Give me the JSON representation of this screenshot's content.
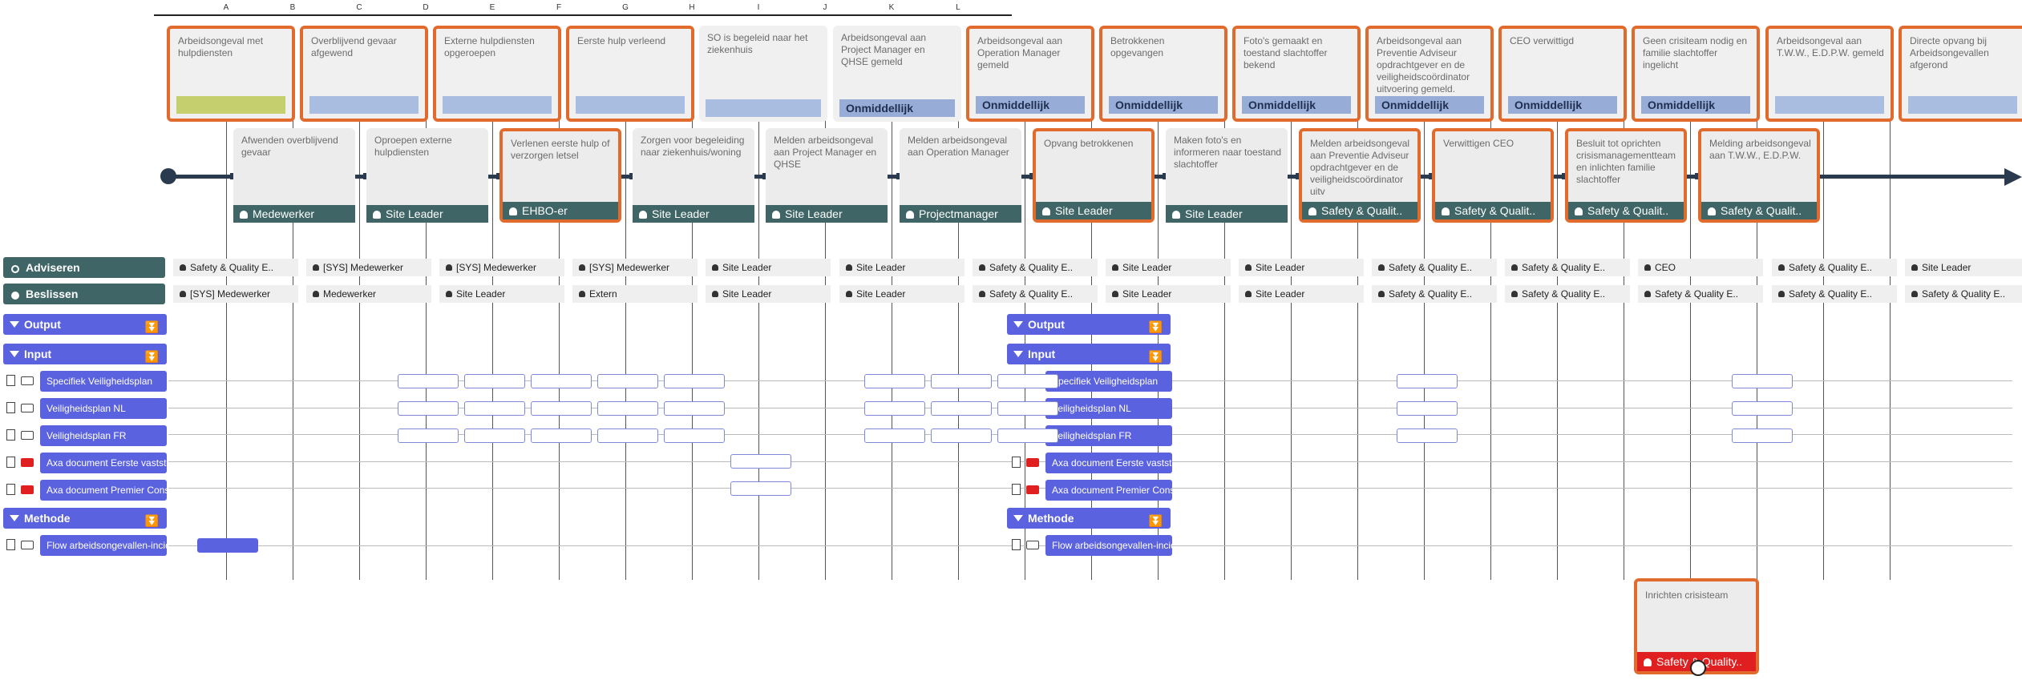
{
  "ruler_letters": [
    "A",
    "B",
    "C",
    "D",
    "E",
    "F",
    "G",
    "H",
    "I",
    "J",
    "K",
    "L"
  ],
  "events": [
    {
      "text": "Arbeidsongeval met hulpdiensten",
      "bar": "",
      "style": "green",
      "highlight": true
    },
    {
      "text": "Overblijvend gevaar afgewend",
      "bar": "",
      "style": "blue",
      "highlight": true
    },
    {
      "text": "Externe hulpdiensten opgeroepen",
      "bar": "",
      "style": "blue",
      "highlight": true
    },
    {
      "text": "Eerste hulp verleend",
      "bar": "",
      "style": "blue",
      "highlight": true
    },
    {
      "text": "SO is begeleid naar het ziekenhuis",
      "bar": "",
      "style": "blue",
      "highlight": false
    },
    {
      "text": "Arbeidsongeval aan Project Manager en QHSE gemeld",
      "bar": "Onmiddellijk",
      "style": "dark",
      "highlight": false
    },
    {
      "text": "Arbeidsongeval aan Operation Manager gemeld",
      "bar": "Onmiddellijk",
      "style": "dark",
      "highlight": true
    },
    {
      "text": "Betrokkenen opgevangen",
      "bar": "Onmiddellijk",
      "style": "dark",
      "highlight": true
    },
    {
      "text": "Foto's gemaakt en toestand slachtoffer bekend",
      "bar": "Onmiddellijk",
      "style": "dark",
      "highlight": true
    },
    {
      "text": "Arbeidsongeval aan Preventie Adviseur opdrachtgever en de veiligheidscoördinator uitvoering gemeld.",
      "bar": "Onmiddellijk",
      "style": "dark",
      "highlight": true
    },
    {
      "text": "CEO verwittigd",
      "bar": "Onmiddellijk",
      "style": "dark",
      "highlight": true
    },
    {
      "text": "Geen crisiteam nodig en familie slachtoffer ingelicht",
      "bar": "Onmiddellijk",
      "style": "dark",
      "highlight": true
    },
    {
      "text": "Arbeidsongeval aan T.W.W., E.D.P.W. gemeld",
      "bar": "",
      "style": "blue",
      "highlight": true
    },
    {
      "text": "Directe opvang bij Arbeidsongevallen afgerond",
      "bar": "",
      "style": "blue",
      "highlight": true
    }
  ],
  "steps": [
    {
      "text": "Afwenden overblijvend gevaar",
      "role": "Medewerker",
      "highlight": false
    },
    {
      "text": "Oproepen externe hulpdiensten",
      "role": "Site Leader",
      "highlight": false
    },
    {
      "text": "Verlenen eerste hulp of verzorgen letsel",
      "role": "EHBO-er",
      "highlight": true
    },
    {
      "text": "Zorgen voor begeleiding naar ziekenhuis/woning",
      "role": "Site Leader",
      "highlight": false
    },
    {
      "text": "Melden arbeidsongeval aan Project Manager en QHSE",
      "role": "Site Leader",
      "highlight": false
    },
    {
      "text": "Melden arbeidsongeval aan Operation Manager",
      "role": "Projectmanager",
      "highlight": false
    },
    {
      "text": "Opvang betrokkenen",
      "role": "Site Leader",
      "highlight": true
    },
    {
      "text": "Maken foto's en informeren naar toestand slachtoffer",
      "role": "Site Leader",
      "highlight": false
    },
    {
      "text": "Melden arbeidsongeval aan Preventie Adviseur opdrachtgever en de veiligheidscoördinator uitv",
      "role": "Safety & Qualit..",
      "highlight": true
    },
    {
      "text": "Verwittigen CEO",
      "role": "Safety & Qualit..",
      "highlight": true
    },
    {
      "text": "Besluit tot oprichten crisismanagementteam en inlichten familie slachtoffer",
      "role": "Safety & Qualit..",
      "highlight": true
    },
    {
      "text": "Melding arbeidsongeval aan T.W.W., E.D.P.W.",
      "role": "Safety & Qualit..",
      "highlight": true
    }
  ],
  "rows": {
    "adviseren_label": "Adviseren",
    "beslissen_label": "Beslissen",
    "adviseren": [
      "Safety & Quality E..",
      "[SYS] Medewerker",
      "[SYS] Medewerker",
      "[SYS] Medewerker",
      "Site Leader",
      "Site Leader",
      "Safety & Quality E..",
      "Site Leader",
      "Site Leader",
      "Safety & Quality E..",
      "Safety & Quality E..",
      "CEO",
      "Safety & Quality E..",
      "Site Leader"
    ],
    "beslissen": [
      "[SYS] Medewerker",
      "Medewerker",
      "Site Leader",
      "Extern",
      "Site Leader",
      "Site Leader",
      "Safety & Quality E..",
      "Site Leader",
      "Site Leader",
      "Safety & Quality E..",
      "Safety & Quality E..",
      "Safety & Quality E..",
      "Safety & Quality E..",
      "Safety & Quality E.."
    ]
  },
  "sections": {
    "output": "Output",
    "input": "Input",
    "methode": "Methode"
  },
  "input_docs": [
    "Specifiek Veiligheidsplan",
    "Veiligheidsplan NL",
    "Veiligheidsplan FR",
    "Axa document Eerste vaststel..",
    "Axa document Premier Constat"
  ],
  "methode_docs": [
    "Flow arbeidsongevallen-incid.."
  ],
  "crisis": {
    "text": "Inrichten crisisteam",
    "role": "Safety & Quality.."
  }
}
